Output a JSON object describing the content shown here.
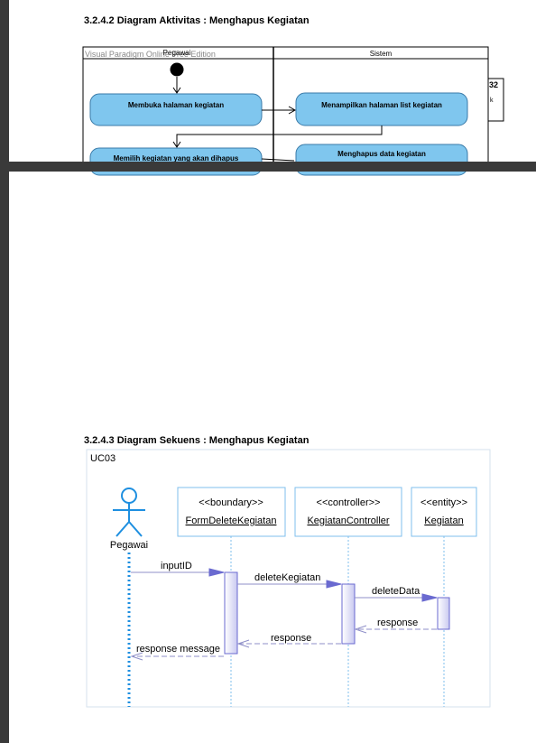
{
  "activity": {
    "heading": "3.2.4.2  Diagram Aktivitas : Menghapus Kegiatan",
    "watermark": "Visual Paradigm Online Free Edition",
    "lane_left": "Pegawai",
    "lane_right": "Sistem",
    "side_box_text": "32",
    "side_box_small": "k",
    "actions": {
      "open_page": "Membuka halaman kegiatan",
      "show_list": "Menampilkan halaman list kegiatan",
      "select_item": "Memilih kegiatan yang akan dihapus",
      "delete_data": "Menghapus data kegiatan"
    }
  },
  "sequence": {
    "heading": "3.2.4.3  Diagram Sekuens : Menghapus Kegiatan",
    "frame_label": "UC03",
    "actor": "Pegawai",
    "lifelines": [
      {
        "stereotype": "<<boundary>>",
        "name": "FormDeleteKegiatan"
      },
      {
        "stereotype": "<<controller>>",
        "name": "KegiatanController"
      },
      {
        "stereotype": "<<entity>>",
        "name": "Kegiatan"
      }
    ],
    "messages": {
      "input_id": "inputID",
      "delete_kegiatan": "deleteKegiatan",
      "delete_data": "deleteData",
      "response_entity": "response",
      "response_controller": "response",
      "response_message": "response message"
    }
  }
}
